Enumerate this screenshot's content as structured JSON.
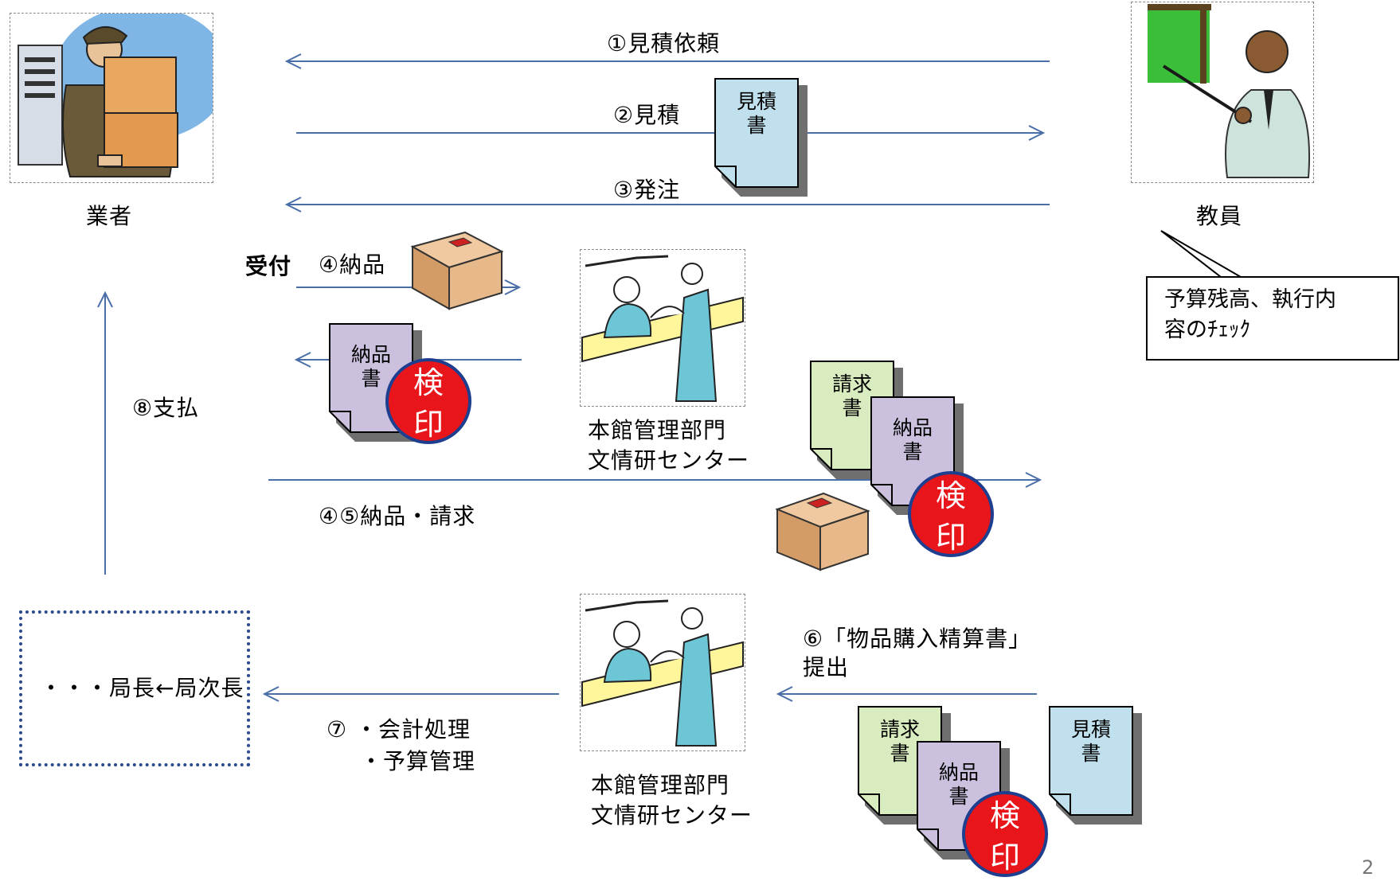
{
  "actors": {
    "vendor": "業者",
    "teacher": "教員",
    "center1_line1": "本館管理部門",
    "center1_line2": "文情研センター",
    "center2_line1": "本館管理部門",
    "center2_line2": "文情研センター"
  },
  "steps": {
    "s1": "①見積依頼",
    "s2": "②見積",
    "s3": "③発注",
    "reception": "受付",
    "s4": "④納品",
    "s8": "⑧支払",
    "s45": "④⑤納品・請求",
    "s6_line1": "⑥「物品購入精算書」",
    "s6_line2": "提出",
    "s7_line1": "⑦ ・会計処理",
    "s7_line2": "・予算管理"
  },
  "documents": {
    "estimate_line1": "見積",
    "estimate_line2": "書",
    "delivery_line1": "納品",
    "delivery_line2": "書",
    "invoice_line1": "請求",
    "invoice_line2": "書"
  },
  "stamp": {
    "line1": "検",
    "line2": "印"
  },
  "callout": {
    "line1": "予算残高、執行内",
    "line2": "容のﾁｪｯｸ"
  },
  "approval_box": "・・・局長←局次長",
  "page_number": "2",
  "colors": {
    "arrow": "#4a6fa8",
    "estimate_doc": "#bfe0ec",
    "delivery_doc": "#cbc0dd",
    "invoice_doc": "#d9ecbf",
    "stamp_red": "#e8151b",
    "stamp_border": "#1e3f8f",
    "box_fill": "#e7b98a"
  }
}
